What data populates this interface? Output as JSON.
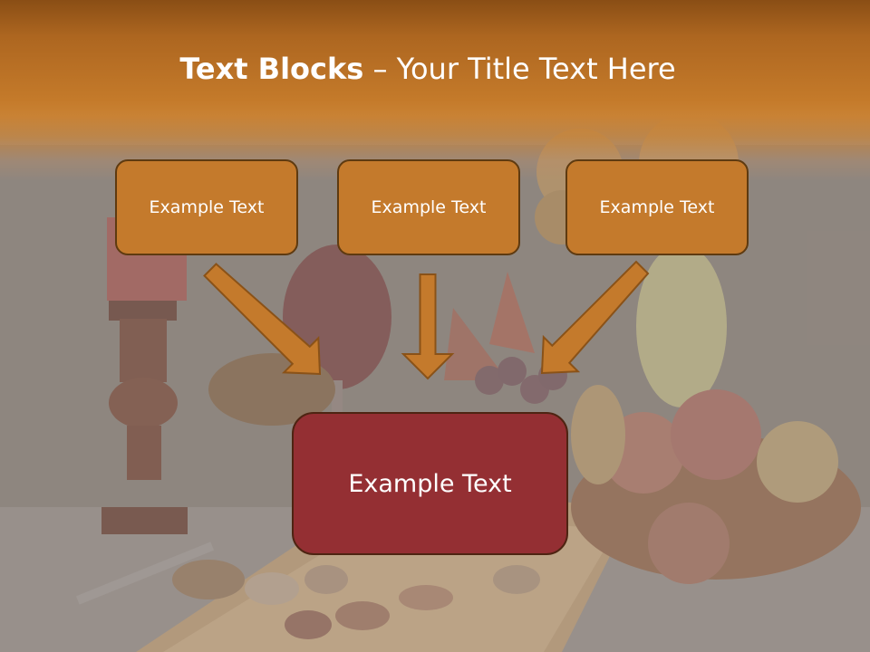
{
  "slide": {
    "title_bold": "Text Blocks",
    "title_dash": " – ",
    "title_rest": "Your Title Text Here",
    "boxes": [
      {
        "label": "Example Text"
      },
      {
        "label": "Example Text"
      },
      {
        "label": "Example Text"
      }
    ],
    "main_box": {
      "label": "Example Text"
    }
  },
  "colors": {
    "title_band": "#c47a2a",
    "box_fill": "#c47a2c",
    "main_box_fill": "#942f33",
    "arrow_fill": "#c47a2c"
  }
}
